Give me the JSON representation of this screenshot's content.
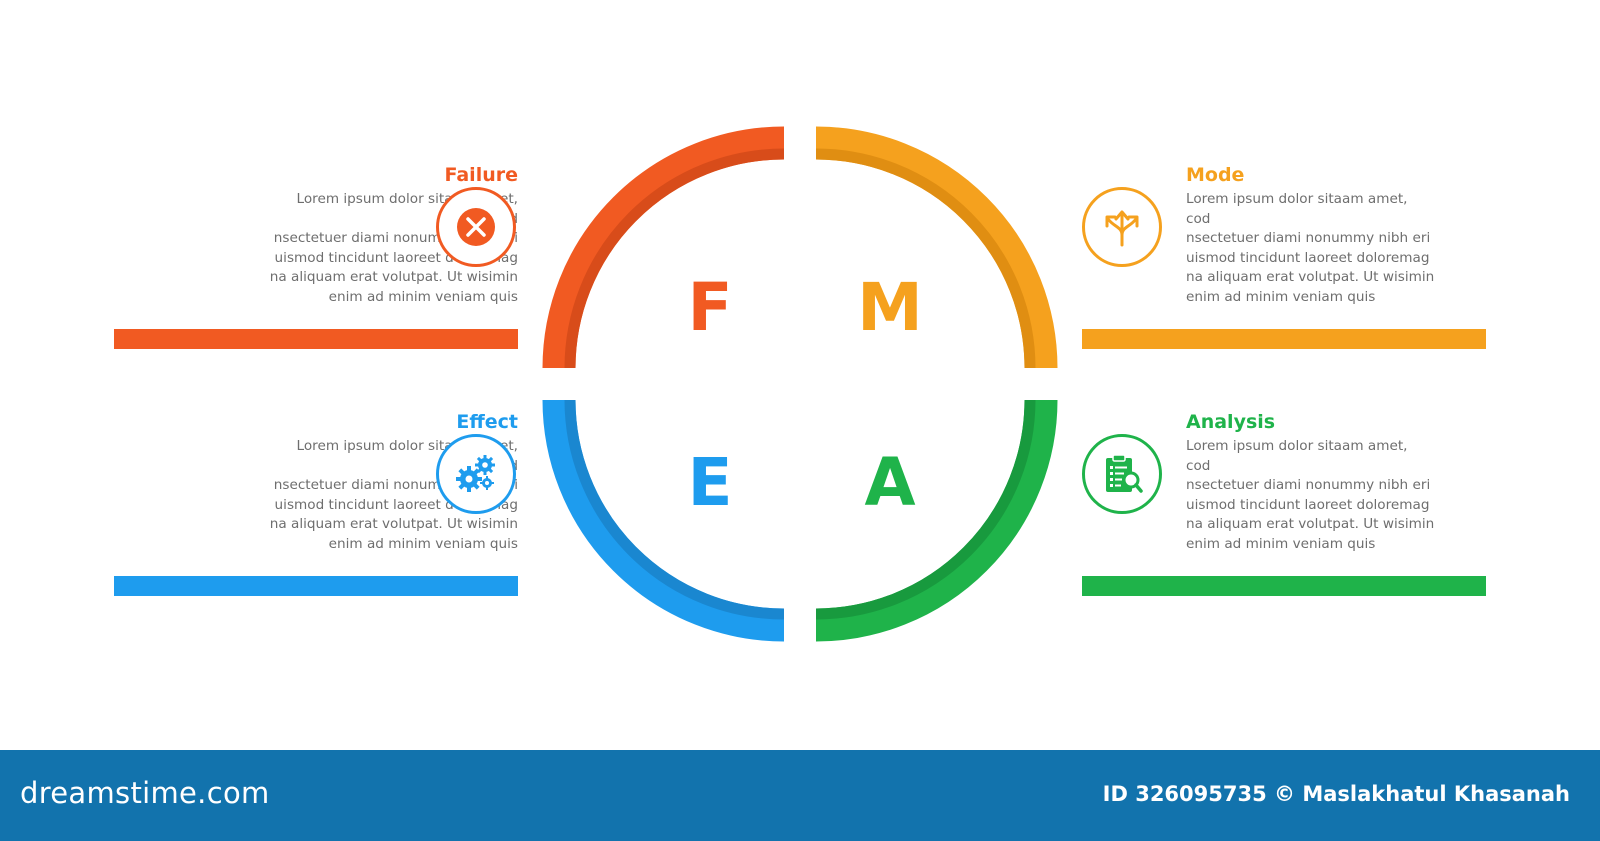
{
  "colors": {
    "failure": "#f15a22",
    "mode": "#f5a11e",
    "effect": "#1e9cee",
    "analysis": "#1fb34a",
    "footer": "#1273ad",
    "body_text": "#6e6e6e"
  },
  "letters": {
    "f": "F",
    "m": "M",
    "e": "E",
    "a": "A"
  },
  "sections": {
    "failure": {
      "title": "Failure",
      "icon": "x-circle-icon",
      "lines": [
        "Lorem ipsum dolor sitaam amet, cod",
        "nsectetuer diami nonummy  nibh eri",
        "uismod tincidunt laoreet doloremag",
        "na aliquam erat volutpat. Ut wisimin",
        "enim ad minim veniam quis"
      ]
    },
    "mode": {
      "title": "Mode",
      "icon": "split-arrows-icon",
      "lines": [
        "Lorem ipsum dolor sitaam amet, cod",
        "nsectetuer diami nonummy  nibh eri",
        "uismod tincidunt laoreet doloremag",
        "na aliquam erat volutpat. Ut wisimin",
        "enim ad minim veniam quis"
      ]
    },
    "effect": {
      "title": "Effect",
      "icon": "gears-icon",
      "lines": [
        "Lorem ipsum dolor sitaam amet, cod",
        "nsectetuer diami nonummy  nibh eri",
        "uismod tincidunt laoreet doloremag",
        "na aliquam erat volutpat. Ut wisimin",
        "enim ad minim veniam quis"
      ]
    },
    "analysis": {
      "title": "Analysis",
      "icon": "clipboard-search-icon",
      "lines": [
        "Lorem ipsum dolor sitaam amet, cod",
        "nsectetuer diami nonummy  nibh eri",
        "uismod tincidunt laoreet doloremag",
        "na aliquam erat volutpat. Ut wisimin",
        "enim ad minim veniam quis"
      ]
    }
  },
  "footer": {
    "brand": "dreamstime.com",
    "credit": "ID 326095735 © Maslakhatul Khasanah"
  }
}
